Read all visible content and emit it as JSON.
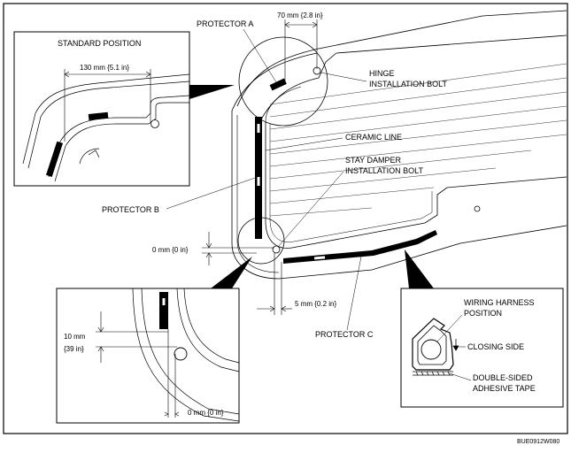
{
  "labels": {
    "protector_a": "PROTECTOR A",
    "protector_b": "PROTECTOR B",
    "protector_c": "PROTECTOR C",
    "hinge_1": "HINGE",
    "hinge_2": "INSTALLATION BOLT",
    "ceramic_line": "CERAMIC LINE",
    "stay_damper_1": "STAY DAMPER",
    "stay_damper_2": "INSTALLATION BOLT",
    "standard_position": "STANDARD POSITION",
    "wiring_1": "WIRING HARNESS",
    "wiring_2": "POSITION",
    "closing_side": "CLOSING SIDE",
    "adhesive_1": "DOUBLE-SIDED",
    "adhesive_2": "ADHESIVE TAPE",
    "figure_id": "BUE0912W080"
  },
  "dimensions": {
    "d_70": "70 mm {2.8 in}",
    "d_130": "130 mm {5.1 in}",
    "d_0_main": "0 mm {0 in}",
    "d_5": "5 mm {0.2 in}",
    "d_10_a": "10 mm",
    "d_10_b": "{39 in}",
    "d_0_detail": "0 mm {0 in}"
  }
}
